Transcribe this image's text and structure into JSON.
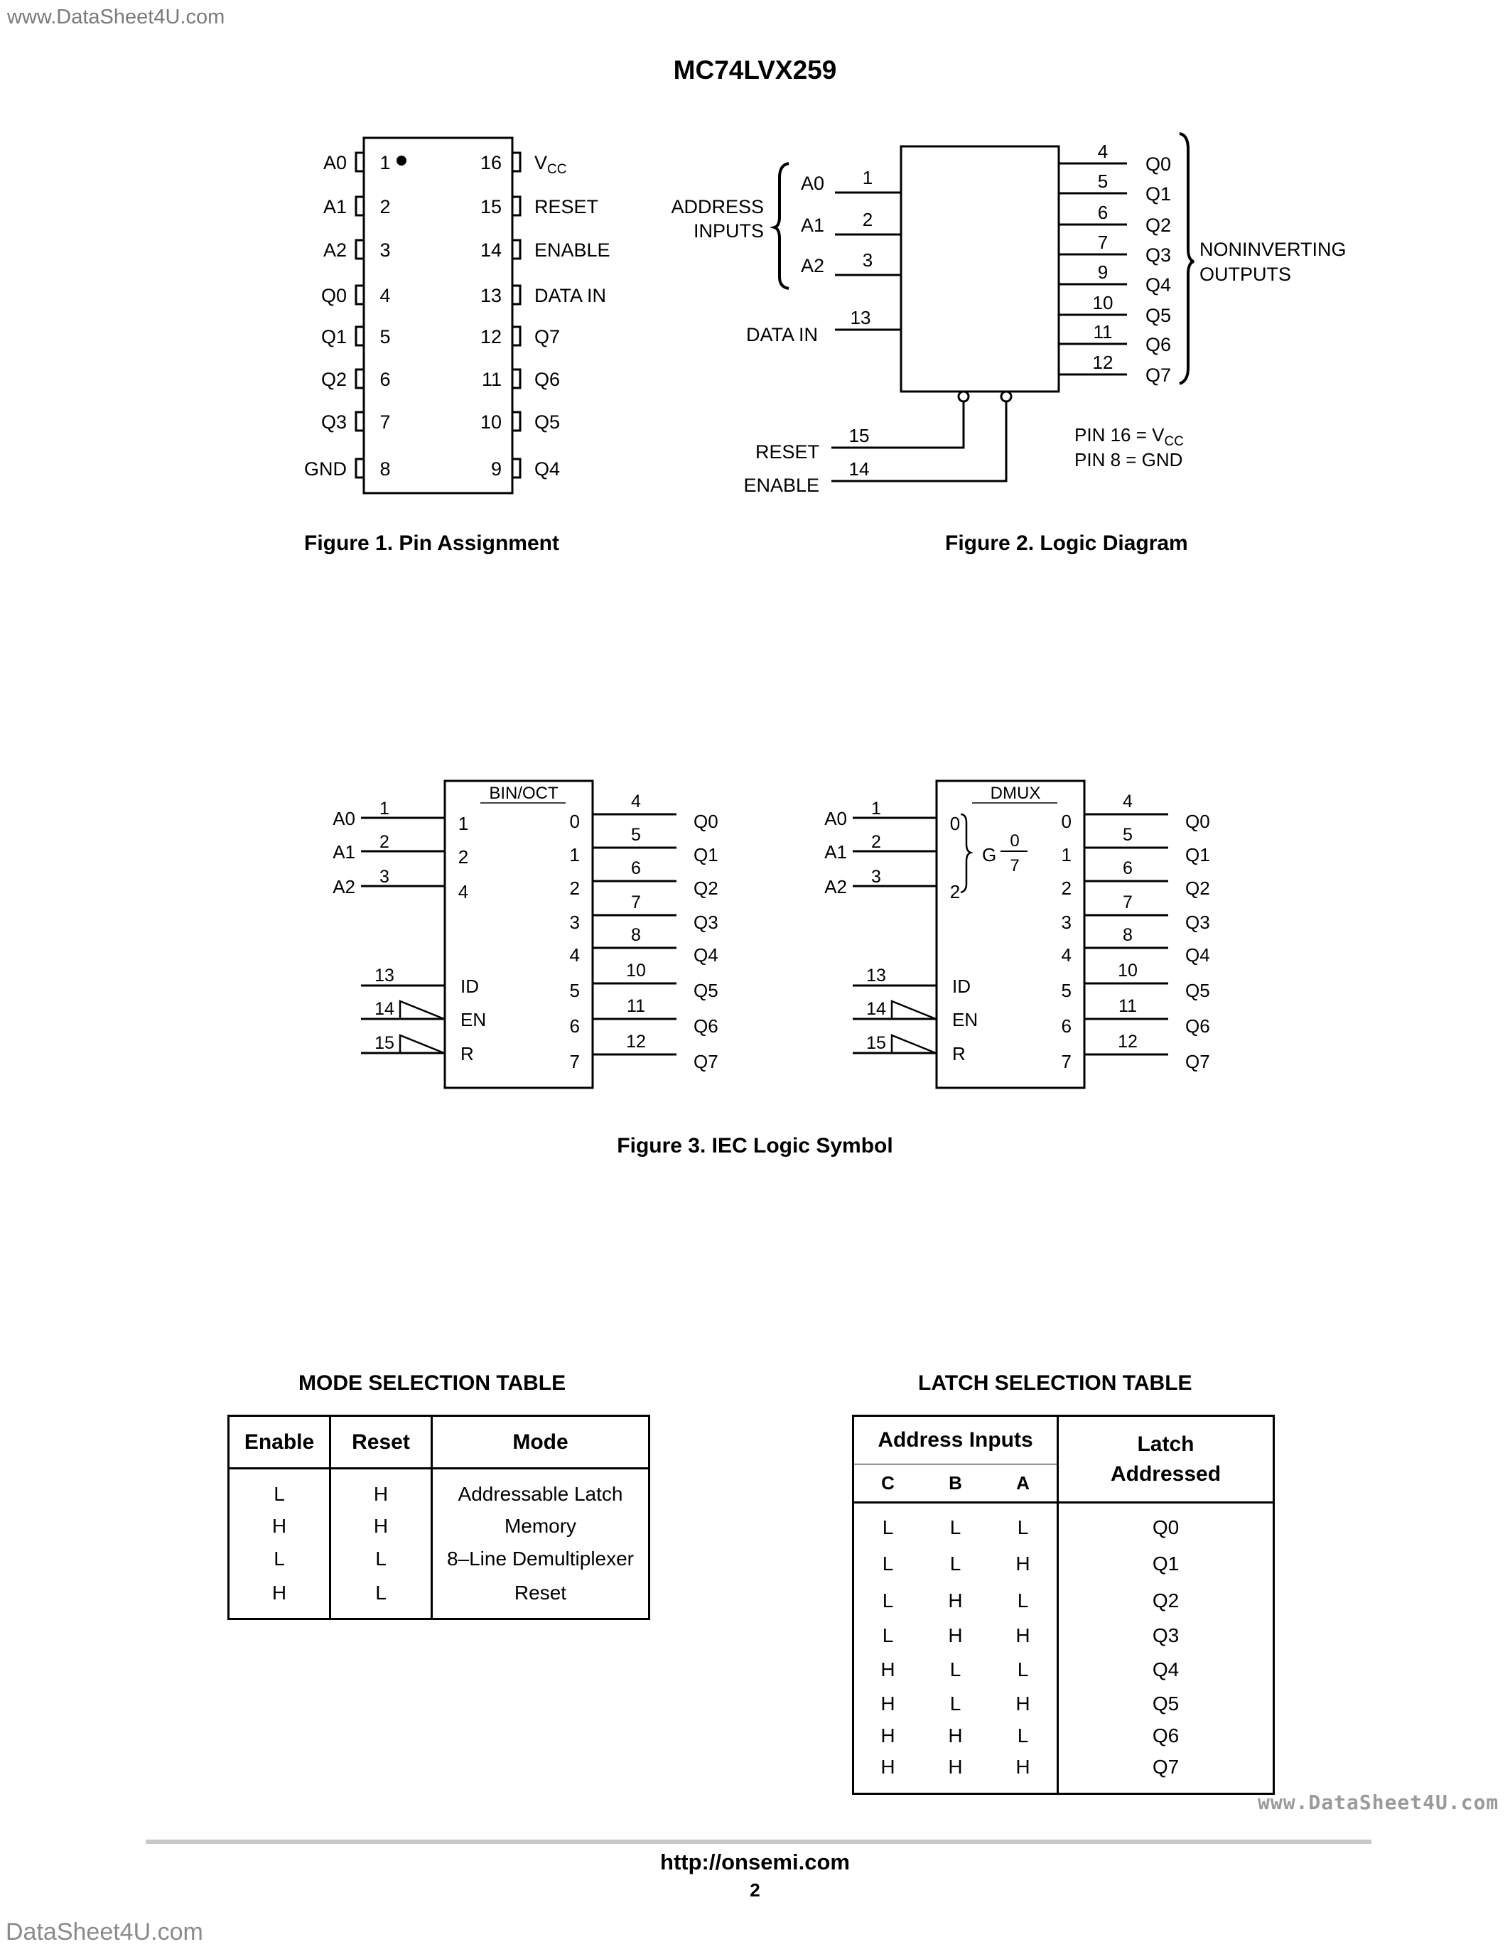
{
  "watermark_top": "www.DataSheet4U.com",
  "watermark_bottom": "DataSheet4U.com",
  "watermark_right": "www.DataSheet4U.com",
  "doc_title": "MC74LVX259",
  "figure1": {
    "caption": "Figure 1. Pin Assignment",
    "left_pins": [
      {
        "name": "A0",
        "num": "1"
      },
      {
        "name": "A1",
        "num": "2"
      },
      {
        "name": "A2",
        "num": "3"
      },
      {
        "name": "Q0",
        "num": "4"
      },
      {
        "name": "Q1",
        "num": "5"
      },
      {
        "name": "Q2",
        "num": "6"
      },
      {
        "name": "Q3",
        "num": "7"
      },
      {
        "name": "GND",
        "num": "8"
      }
    ],
    "right_pins": [
      {
        "name": "VCC",
        "num": "16"
      },
      {
        "name": "RESET",
        "num": "15"
      },
      {
        "name": "ENABLE",
        "num": "14"
      },
      {
        "name": "DATA IN",
        "num": "13"
      },
      {
        "name": "Q7",
        "num": "12"
      },
      {
        "name": "Q6",
        "num": "11"
      },
      {
        "name": "Q5",
        "num": "10"
      },
      {
        "name": "Q4",
        "num": "9"
      }
    ]
  },
  "figure2": {
    "caption": "Figure 2. Logic Diagram",
    "address_label_1": "ADDRESS",
    "address_label_2": "INPUTS",
    "inputs": [
      {
        "name": "A0",
        "num": "1"
      },
      {
        "name": "A1",
        "num": "2"
      },
      {
        "name": "A2",
        "num": "3"
      }
    ],
    "data_in": {
      "name": "DATA IN",
      "num": "13"
    },
    "reset": {
      "name": "RESET",
      "num": "15"
    },
    "enable": {
      "name": "ENABLE",
      "num": "14"
    },
    "outputs": [
      {
        "name": "Q0",
        "num": "4"
      },
      {
        "name": "Q1",
        "num": "5"
      },
      {
        "name": "Q2",
        "num": "6"
      },
      {
        "name": "Q3",
        "num": "7"
      },
      {
        "name": "Q4",
        "num": "9"
      },
      {
        "name": "Q5",
        "num": "10"
      },
      {
        "name": "Q6",
        "num": "11"
      },
      {
        "name": "Q7",
        "num": "12"
      }
    ],
    "outputs_label_1": "NONINVERTING",
    "outputs_label_2": "OUTPUTS",
    "pin16_note": "PIN 16 = V",
    "pin16_sub": "CC",
    "pin8_note": "PIN 8 = GND"
  },
  "figure3": {
    "caption": "Figure 3. IEC Logic Symbol",
    "left_title": "BIN/OCT",
    "right_title": "DMUX",
    "inputs": [
      {
        "name": "A0",
        "num": "1"
      },
      {
        "name": "A1",
        "num": "2"
      },
      {
        "name": "A2",
        "num": "3"
      }
    ],
    "left_in_labels": [
      "1",
      "2",
      "4"
    ],
    "right_in_labels": [
      "0",
      "",
      "2"
    ],
    "g_label": "G",
    "g_top": "0",
    "g_bottom": "7",
    "controls": [
      {
        "num": "13",
        "label": "ID"
      },
      {
        "num": "14",
        "label": "EN"
      },
      {
        "num": "15",
        "label": "R"
      }
    ],
    "outputs": [
      {
        "idx": "0",
        "num": "4",
        "name": "Q0"
      },
      {
        "idx": "1",
        "num": "5",
        "name": "Q1"
      },
      {
        "idx": "2",
        "num": "6",
        "name": "Q2"
      },
      {
        "idx": "3",
        "num": "7",
        "name": "Q3"
      },
      {
        "idx": "4",
        "num": "8",
        "name": "Q4"
      },
      {
        "idx": "5",
        "num": "10",
        "name": "Q5"
      },
      {
        "idx": "6",
        "num": "11",
        "name": "Q6"
      },
      {
        "idx": "7",
        "num": "12",
        "name": "Q7"
      }
    ]
  },
  "mode_table": {
    "title": "MODE SELECTION TABLE",
    "headers": [
      "Enable",
      "Reset",
      "Mode"
    ],
    "rows": [
      [
        "L",
        "H",
        "Addressable Latch"
      ],
      [
        "H",
        "H",
        "Memory"
      ],
      [
        "L",
        "L",
        "8–Line Demultiplexer"
      ],
      [
        "H",
        "L",
        "Reset"
      ]
    ]
  },
  "latch_table": {
    "title": "LATCH SELECTION TABLE",
    "group_header": "Address Inputs",
    "sub_headers": [
      "C",
      "B",
      "A"
    ],
    "latch_header_1": "Latch",
    "latch_header_2": "Addressed",
    "rows": [
      [
        "L",
        "L",
        "L",
        "Q0"
      ],
      [
        "L",
        "L",
        "H",
        "Q1"
      ],
      [
        "L",
        "H",
        "L",
        "Q2"
      ],
      [
        "L",
        "H",
        "H",
        "Q3"
      ],
      [
        "H",
        "L",
        "L",
        "Q4"
      ],
      [
        "H",
        "L",
        "H",
        "Q5"
      ],
      [
        "H",
        "H",
        "L",
        "Q6"
      ],
      [
        "H",
        "H",
        "H",
        "Q7"
      ]
    ]
  },
  "footer_url": "http://onsemi.com",
  "page_number": "2"
}
